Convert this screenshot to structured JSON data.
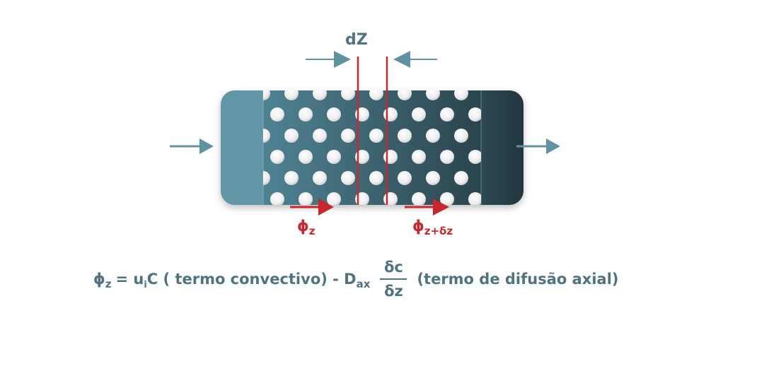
{
  "labels": {
    "dz": "dZ",
    "phi_z": "ϕ",
    "phi_z_sub": "z",
    "phi_zdz": "ϕ",
    "phi_zdz_sub": "z+δz"
  },
  "equation": {
    "lhs": "ϕ",
    "lhs_sub": "z",
    "middle": "= u",
    "middle_sub": "i",
    "convective": "C ( termo convectivo) - D",
    "dax_sub": "ax",
    "frac_num": "δc",
    "frac_den": "δz",
    "diffusion": "(termo de difusão axial)"
  },
  "colors": {
    "accent_red": "#c8282b",
    "arrow_blue": "#5f93a4",
    "text": "#4f7381"
  }
}
